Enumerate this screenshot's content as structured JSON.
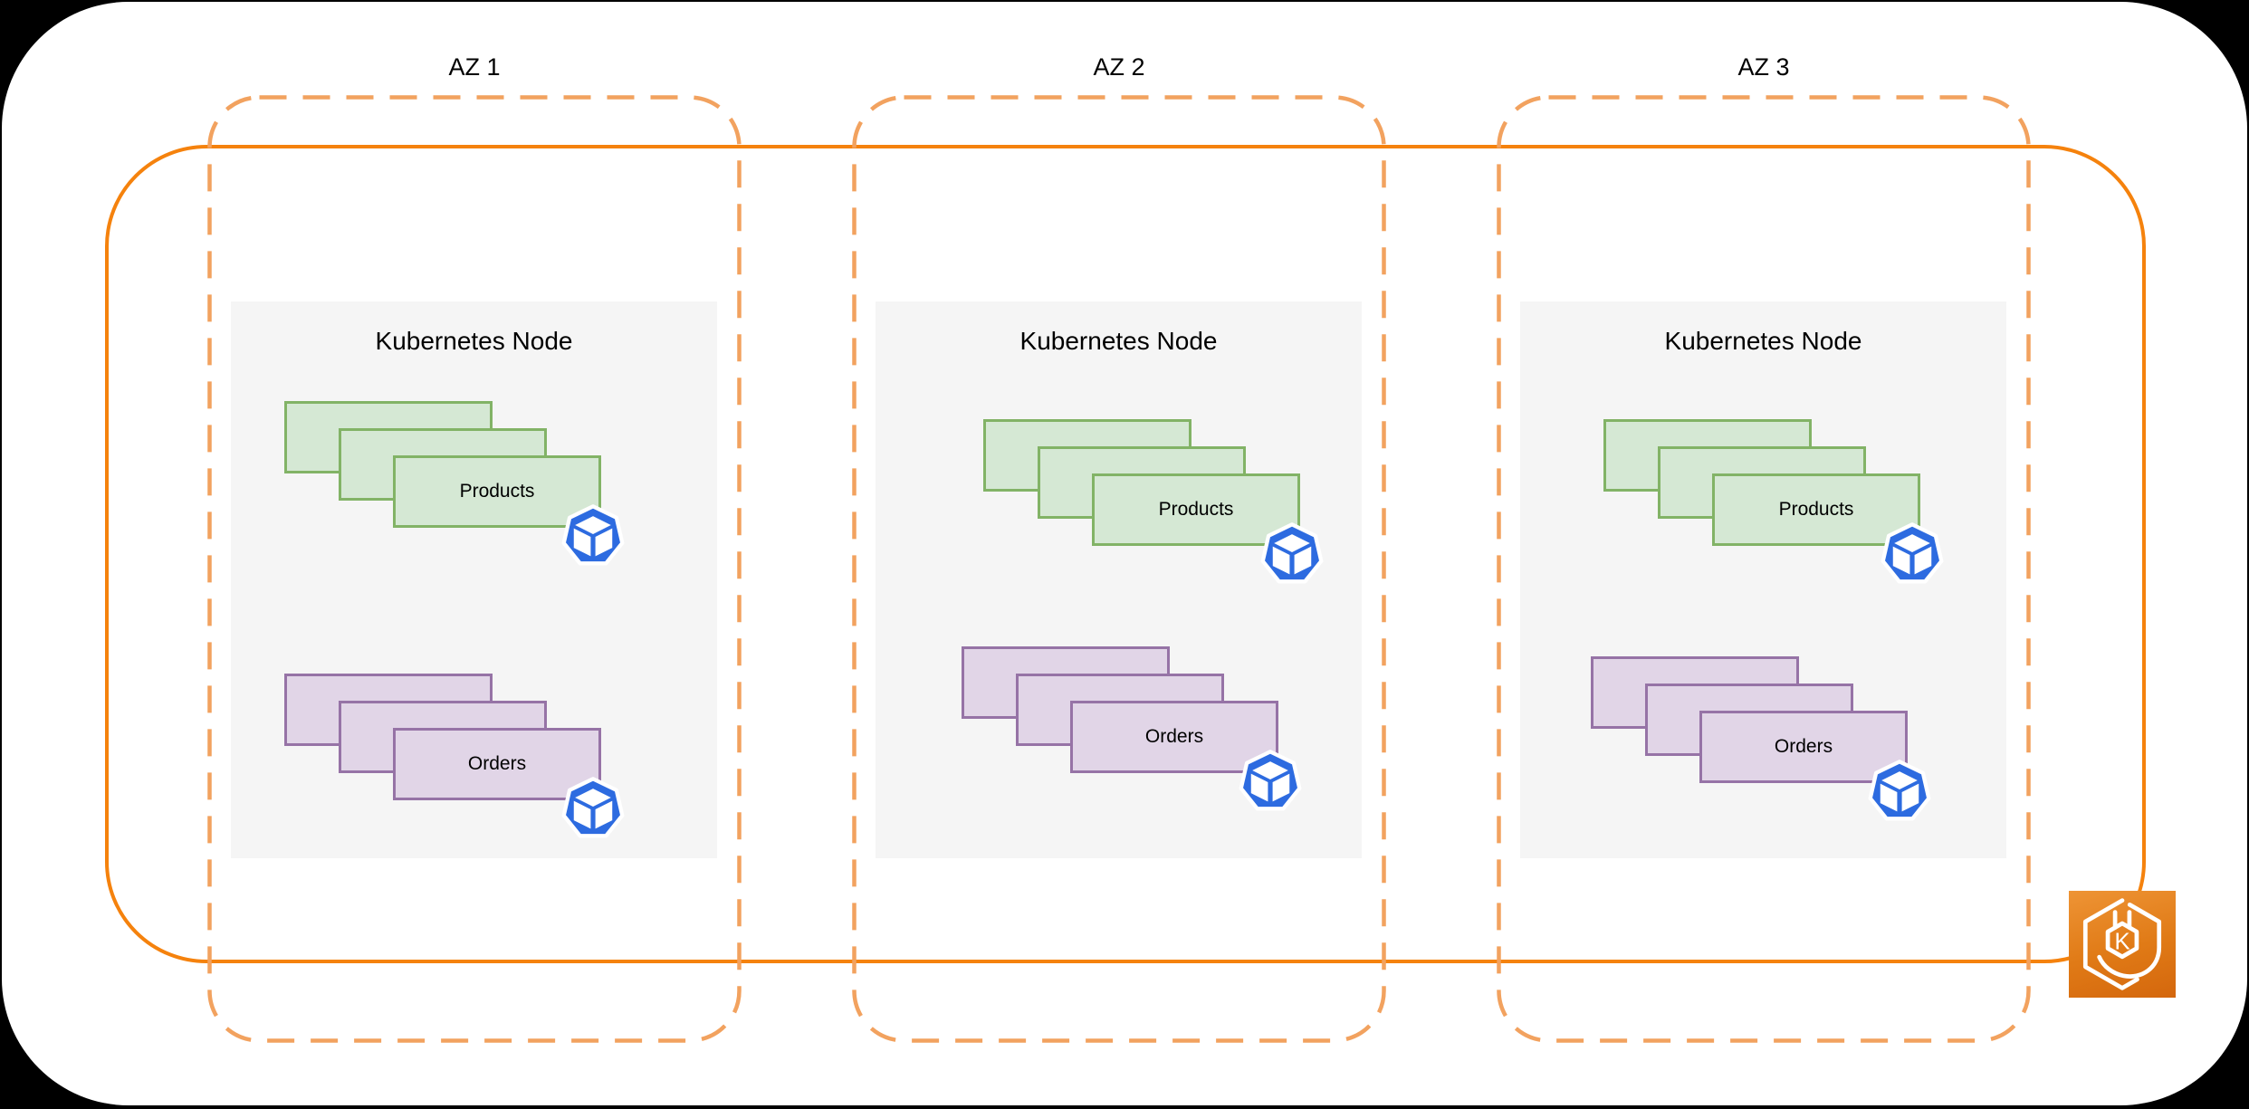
{
  "colors": {
    "background": "#000000",
    "canvas": "#FFFFFF",
    "cluster_boundary_solid": "#F5820D",
    "az_boundary_dashed": "#F2A25F",
    "node_background": "#F5F5F5",
    "products_fill": "#D5E8D4",
    "products_border": "#82B366",
    "orders_fill": "#E1D5E7",
    "orders_border": "#9673A6",
    "pod_icon_blue": "#2D6BE0",
    "eks_gradient_top": "#EE9435",
    "eks_gradient_bottom": "#D4670D",
    "text": "#000000"
  },
  "availability_zones": [
    {
      "label": "AZ 1",
      "node": {
        "title": "Kubernetes Node",
        "deployments": [
          {
            "name": "Products",
            "replica_cards": 3
          },
          {
            "name": "Orders",
            "replica_cards": 3
          }
        ]
      }
    },
    {
      "label": "AZ 2",
      "node": {
        "title": "Kubernetes Node",
        "deployments": [
          {
            "name": "Products",
            "replica_cards": 3
          },
          {
            "name": "Orders",
            "replica_cards": 3
          }
        ]
      }
    },
    {
      "label": "AZ 3",
      "node": {
        "title": "Kubernetes Node",
        "deployments": [
          {
            "name": "Products",
            "replica_cards": 3
          },
          {
            "name": "Orders",
            "replica_cards": 3
          }
        ]
      }
    }
  ],
  "pod_icon": {
    "name": "kubernetes-pod"
  },
  "eks_icon": {
    "name": "amazon-eks",
    "letter": "K"
  }
}
